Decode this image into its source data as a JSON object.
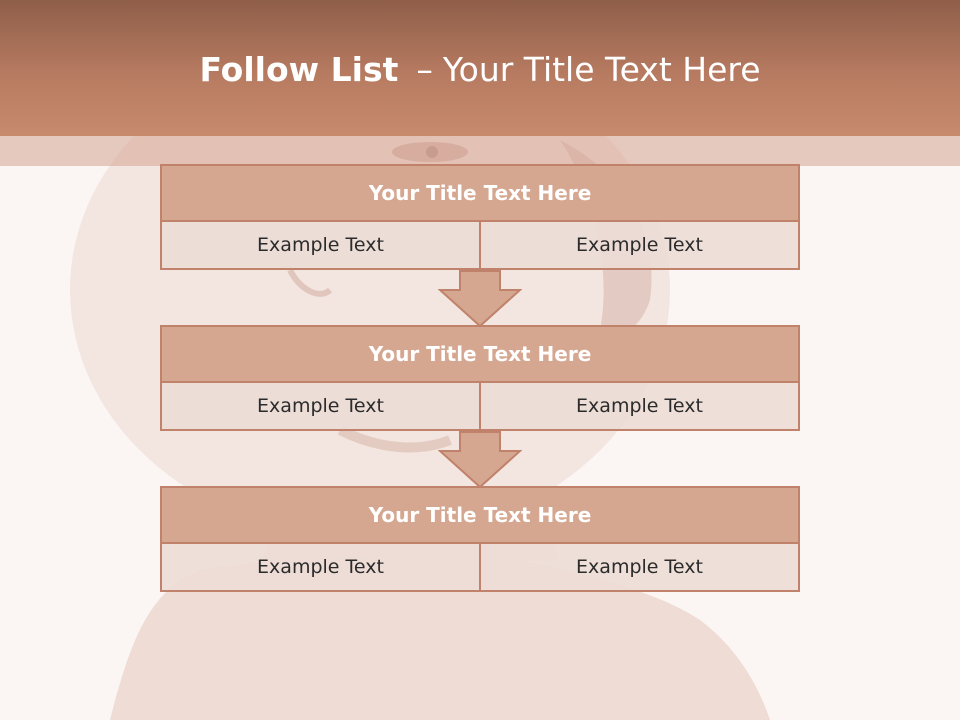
{
  "slide": {
    "title_bold": "Follow List",
    "title_dash": "–",
    "title_rest": "Your Title Text Here"
  },
  "steps": [
    {
      "title": "Your Title Text Here",
      "left": "Example Text",
      "right": "Example Text"
    },
    {
      "title": "Your Title Text Here",
      "left": "Example Text",
      "right": "Example Text"
    },
    {
      "title": "Your Title Text Here",
      "left": "Example Text",
      "right": "Example Text"
    }
  ],
  "colors": {
    "header": "#b77b61",
    "box_title": "#d6a790",
    "box_border": "#c0826a",
    "cell": "#eddcd6"
  }
}
